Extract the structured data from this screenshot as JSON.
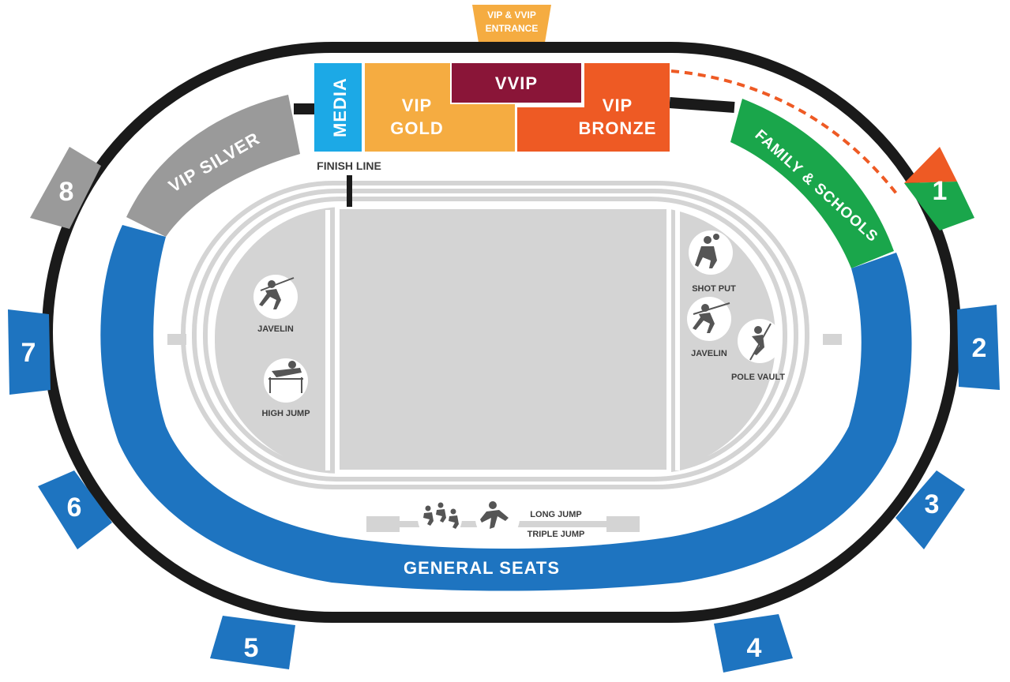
{
  "entrance": {
    "line1": "VIP & VVIP",
    "line2": "ENTRANCE"
  },
  "zones": {
    "media": "MEDIA",
    "vvip": "VVIP",
    "vip_gold": {
      "line1": "VIP",
      "line2": "GOLD"
    },
    "vip_bronze": {
      "line1": "VIP",
      "line2": "BRONZE"
    },
    "vip_silver": "VIP SILVER",
    "family_schools": "FAMILY & SCHOOLS",
    "general_seats": "GENERAL SEATS"
  },
  "finish_line": "FINISH LINE",
  "gates": [
    "1",
    "2",
    "3",
    "4",
    "5",
    "6",
    "7",
    "8"
  ],
  "events": {
    "javelin_left": "JAVELIN",
    "high_jump": "HIGH JUMP",
    "shot_put": "SHOT PUT",
    "javelin_right": "JAVELIN",
    "pole_vault": "POLE VAULT",
    "long_jump": "LONG JUMP",
    "triple_jump": "TRIPLE JUMP"
  },
  "colors": {
    "blue": "#1e74c0",
    "gold": "#f5ac41",
    "bronze": "#ee5a24",
    "vvip": "#8a1538",
    "media": "#1ca9e6",
    "silver": "#9a9a9a",
    "green": "#1aa64b",
    "track": "#d4d4d4",
    "ring": "#1a1a1a"
  }
}
